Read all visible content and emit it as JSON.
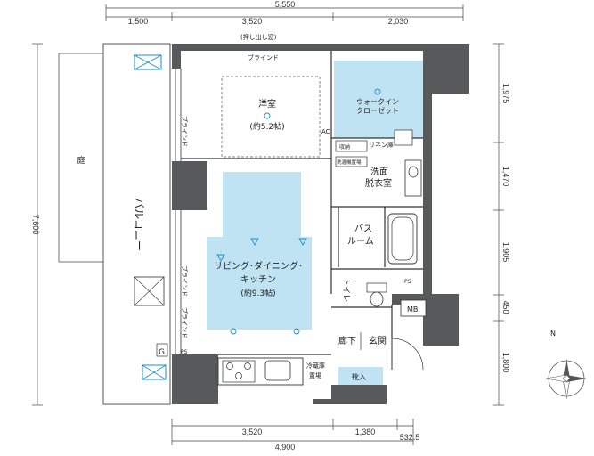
{
  "dimensions": {
    "top_total": "5,550",
    "top_segments": [
      "1,500",
      "3,520",
      "2,030"
    ],
    "bottom_segments": [
      "3,520",
      "1,380",
      "532.5"
    ],
    "bottom_total": "4,900",
    "left_total": "7,600",
    "right_segments": [
      "1,975",
      "1,470",
      "1,905",
      "450",
      "1,800"
    ]
  },
  "rooms": {
    "western_room": "洋室",
    "western_room_size": "(約5.2帖)",
    "walk_in_closet_1": "ウォークイン",
    "walk_in_closet_2": "クローゼット",
    "washroom_1": "洗面",
    "washroom_2": "脱衣室",
    "bath_1": "バス",
    "bath_2": "ルーム",
    "ldk_1": "リビング･ダイニング･",
    "ldk_2": "キッチン",
    "ldk_size": "(約9.3帖)",
    "toilet": "トイレ",
    "hallway": "廊下",
    "entrance": "玄関",
    "shoe_storage": "靴入",
    "balcony": "バルコニー",
    "garden": "庭",
    "mb": "MB"
  },
  "labels": {
    "push_out_window": "(押し出し窓)",
    "blind_top": "ブラインド",
    "blind_side_1": "ブラインド",
    "blind_side_2": "ブラインド",
    "blind_side_3": "ブラインド",
    "linen": "リネン庫",
    "storage": "収納",
    "washer": "洗濯機置場",
    "fridge_1": "冷蔵庫",
    "fridge_2": "置場",
    "ps_1": "PS",
    "ps_2": "PS",
    "ac": "AC",
    "gas": "G"
  },
  "compass": {
    "north": "N"
  },
  "colors": {
    "wall": "#58595b",
    "highlight": "#bfe3f3",
    "line": "#333333"
  }
}
